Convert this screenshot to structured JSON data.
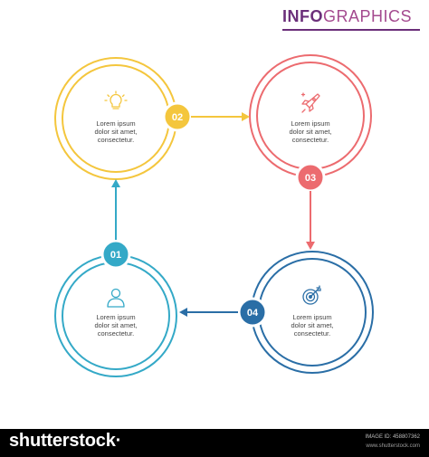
{
  "title": {
    "bold": "INFO",
    "light": "GRAPHICS"
  },
  "colors": {
    "yellow": "#f4c63d",
    "red": "#ec6b6f",
    "teal": "#34a9c7",
    "navy": "#2a6ea6",
    "title_bold": "#6b2f7a",
    "title_light": "#a44a8f",
    "body_text": "#444444"
  },
  "steps": [
    {
      "number": "01",
      "icon": "person-icon",
      "lines": [
        "Lorem ipsum",
        "dolor sit amet,",
        "consectetur."
      ]
    },
    {
      "number": "02",
      "icon": "lightbulb-icon",
      "lines": [
        "Lorem ipsum",
        "dolor sit amet,",
        "consectetur."
      ]
    },
    {
      "number": "03",
      "icon": "rocket-icon",
      "lines": [
        "Lorem ipsum",
        "dolor sit amet,",
        "consectetur."
      ]
    },
    {
      "number": "04",
      "icon": "target-icon",
      "lines": [
        "Lorem ipsum",
        "dolor sit amet,",
        "consectetur."
      ]
    }
  ],
  "footer": {
    "logo": "shutterstock·",
    "image_id": "IMAGE ID: 458807362",
    "url": "www.shutterstock.com"
  }
}
